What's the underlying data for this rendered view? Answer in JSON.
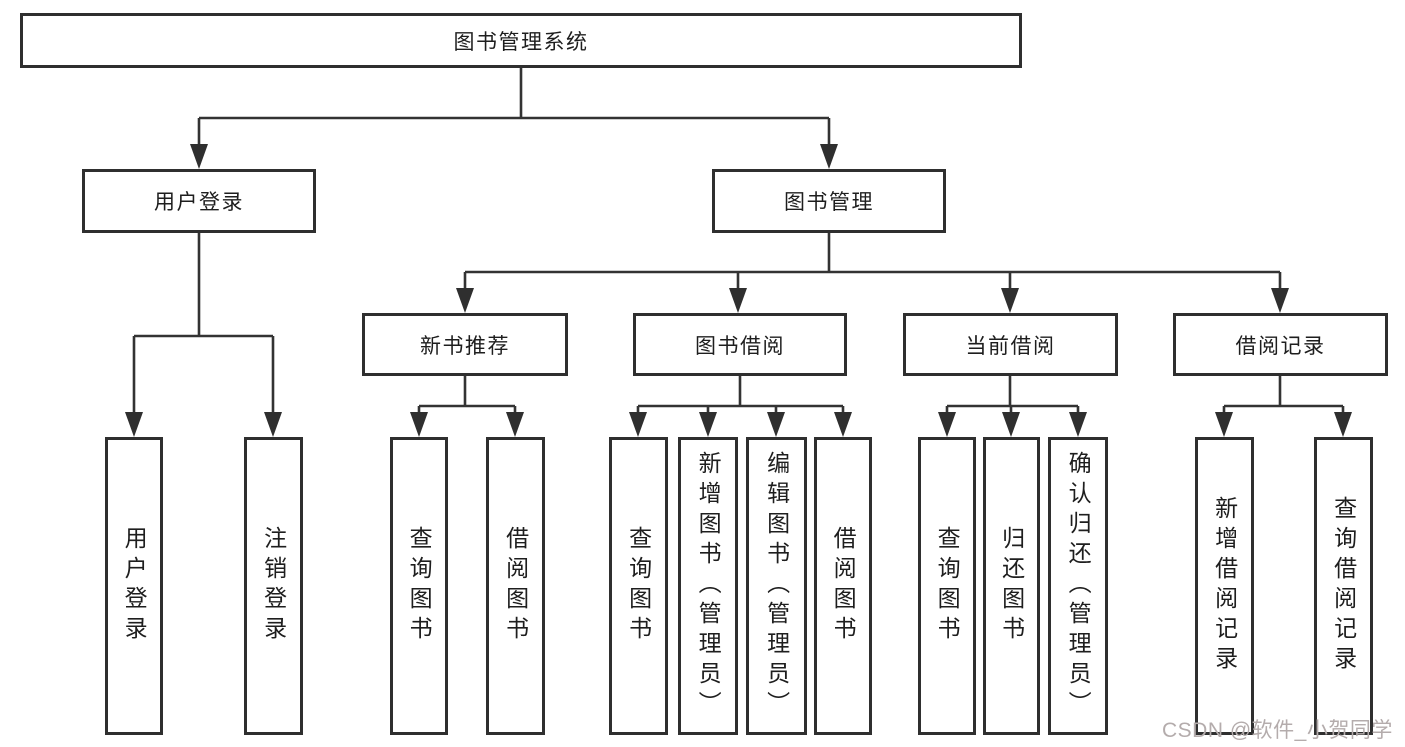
{
  "diagram": {
    "title": "图书管理系统",
    "watermark": "CSDN @软件_小贺同学",
    "colors": {
      "line": "#333333",
      "box_border": "#2f2f2f",
      "text": "#1e1e1e",
      "background": "#ffffff",
      "watermark": "#b4acac"
    },
    "nodes": {
      "root": "图书管理系统",
      "user_login_group": "用户登录",
      "book_mgmt": "图书管理",
      "new_book_rec": "新书推荐",
      "book_borrow": "图书借阅",
      "current_borrow": "当前借阅",
      "borrow_records": "借阅记录",
      "leaf_user_login": "用户登录",
      "leaf_logout": "注销登录",
      "leaf_nbr_query": "查询图书",
      "leaf_nbr_borrow": "借阅图书",
      "leaf_bb_query": "查询图书",
      "leaf_bb_add": "新增图书（管理员）",
      "leaf_bb_edit": "编辑图书（管理员）",
      "leaf_bb_borrow": "借阅图书",
      "leaf_cb_query": "查询图书",
      "leaf_cb_return": "归还图书",
      "leaf_cb_confirm": "确认归还（管理员）",
      "leaf_br_add": "新增借阅记录",
      "leaf_br_query": "查询借阅记录"
    },
    "structure_note": "root -> [user_login_group, book_mgmt]; user_login_group -> [leaf_user_login, leaf_logout]; book_mgmt -> [new_book_rec, book_borrow, current_borrow, borrow_records]; new_book_rec -> [leaf_nbr_query, leaf_nbr_borrow]; book_borrow -> [leaf_bb_query, leaf_bb_add, leaf_bb_edit, leaf_bb_borrow]; current_borrow -> [leaf_cb_query, leaf_cb_return, leaf_cb_confirm]; borrow_records -> [leaf_br_add, leaf_br_query]"
  }
}
